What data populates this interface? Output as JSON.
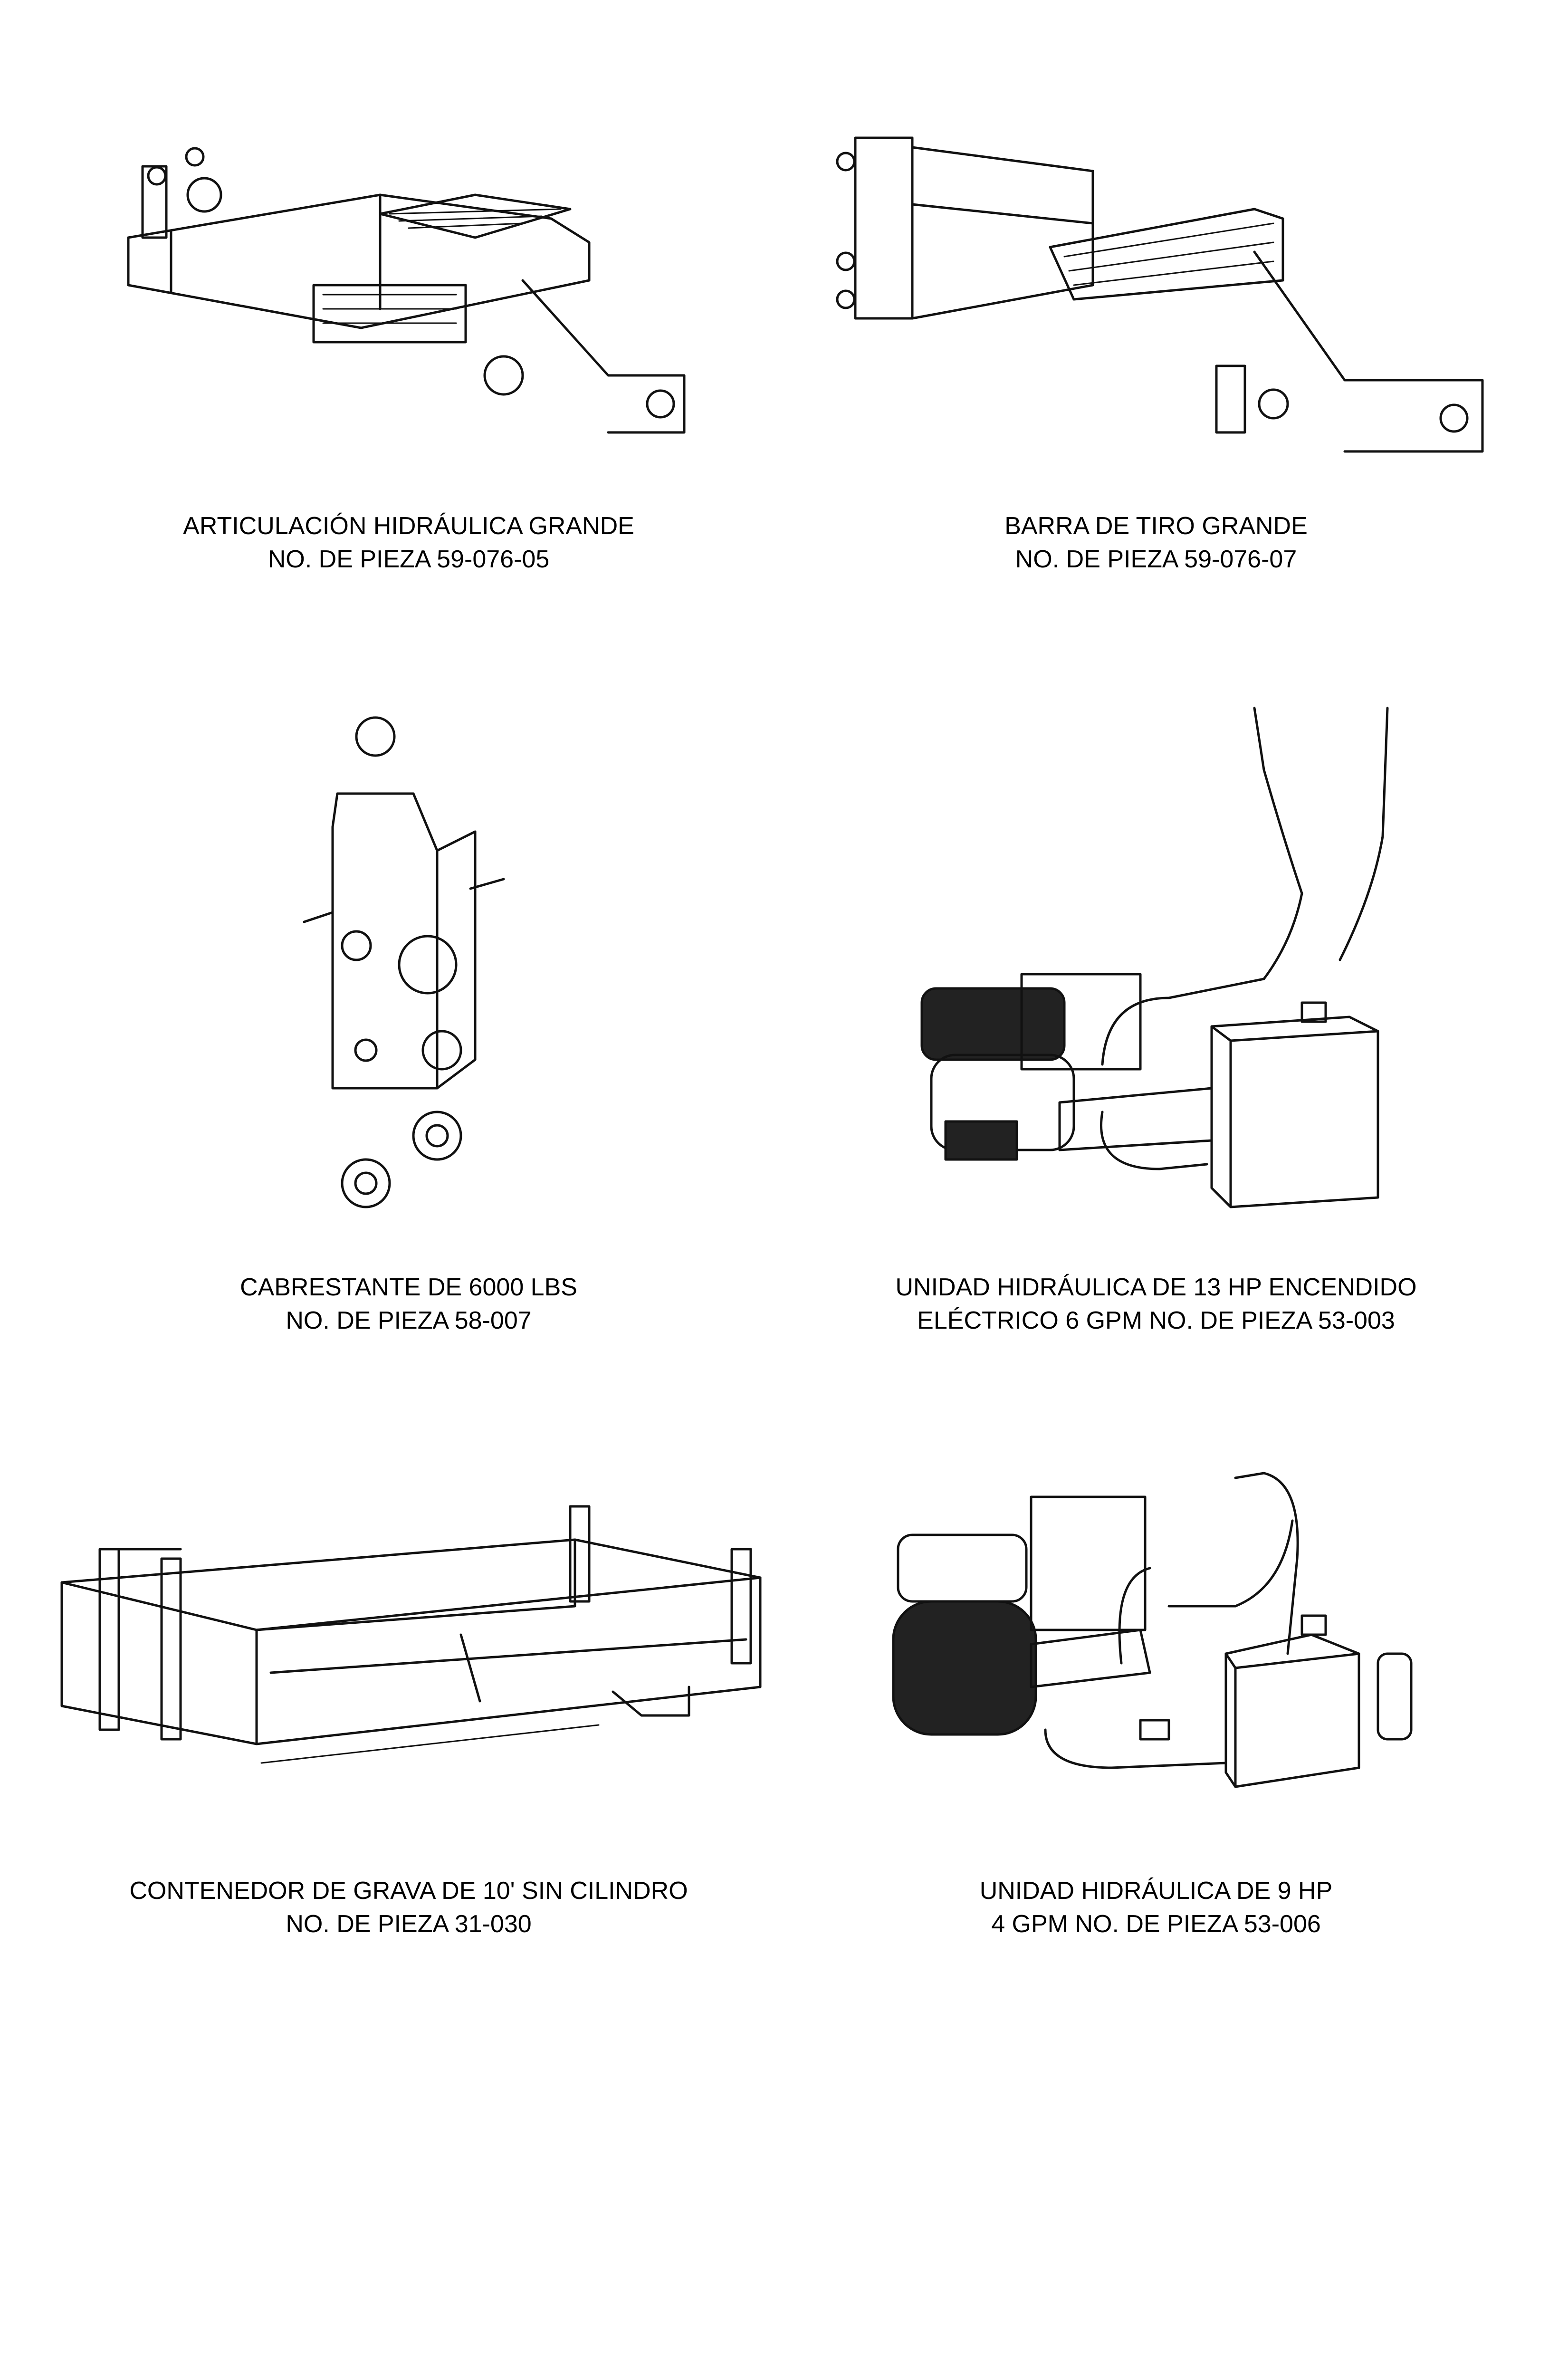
{
  "items": [
    {
      "title": "ARTICULACIÓN HIDRÁULICA GRANDE",
      "part": "NO. DE PIEZA 59-076-05",
      "icon": "hydraulic-hitch-drawing"
    },
    {
      "title": "BARRA DE TIRO GRANDE",
      "part": "NO. DE PIEZA 59-076-07",
      "icon": "drawbar-drawing"
    },
    {
      "title": "CABRESTANTE DE 6000 LBS",
      "part": "NO. DE PIEZA 58-007",
      "icon": "winch-drawing"
    },
    {
      "title": "UNIDAD HIDRÁULICA DE 13 HP ENCENDIDO",
      "part": "ELÉCTRICO 6 GPM NO. DE PIEZA 53-003",
      "icon": "hydraulic-unit-13hp-drawing"
    },
    {
      "title": "CONTENEDOR DE GRAVA DE 10' SIN CILINDRO",
      "part": "NO. DE PIEZA 31-030",
      "icon": "gravel-box-drawing"
    },
    {
      "title": "UNIDAD HIDRÁULICA DE 9 HP",
      "part": "4 GPM NO. DE PIEZA 53-006",
      "icon": "hydraulic-unit-9hp-drawing"
    }
  ]
}
